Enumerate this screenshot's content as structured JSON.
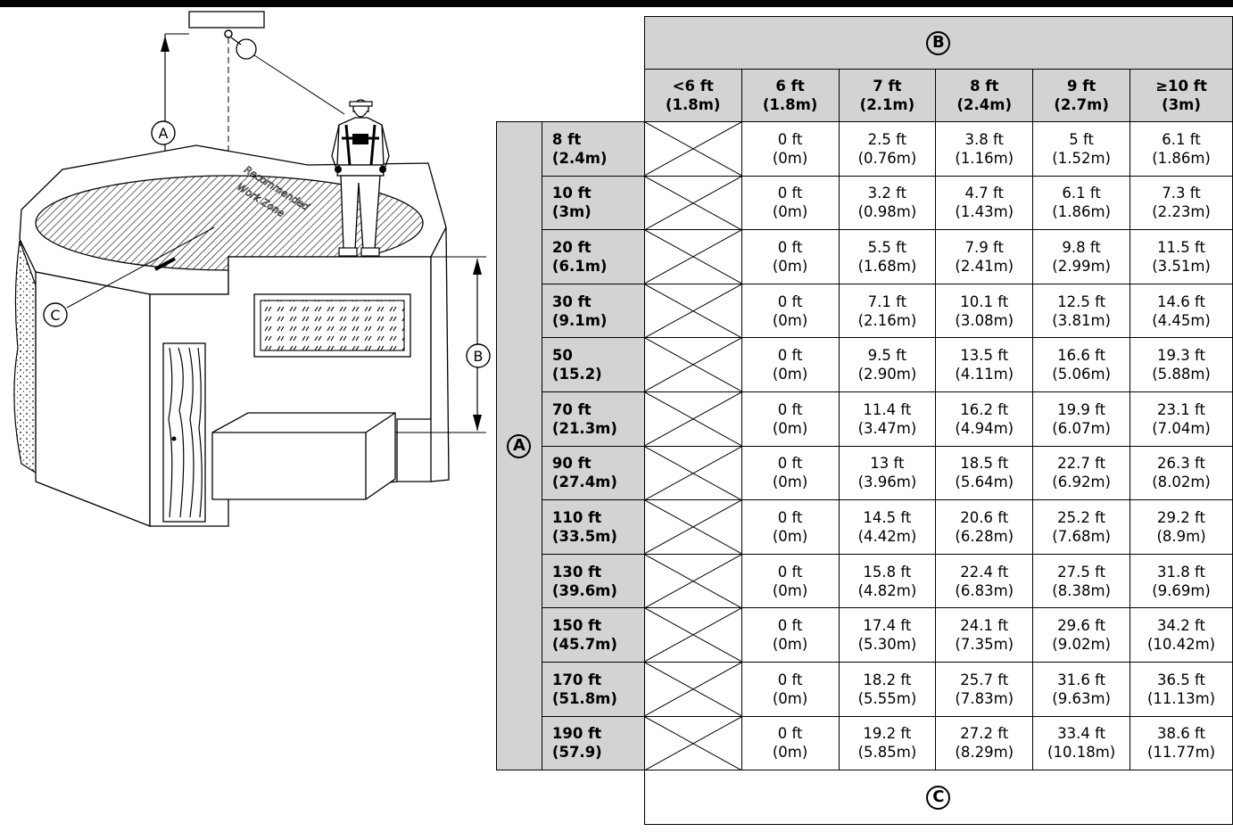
{
  "labels": {
    "a": "A",
    "b": "B",
    "c": "C"
  },
  "illustration": {
    "zone_line1": "Recommended",
    "zone_line2": "Work Zone"
  },
  "columns": [
    {
      "ft": "<6 ft",
      "m": "(1.8m)"
    },
    {
      "ft": "6 ft",
      "m": "(1.8m)"
    },
    {
      "ft": "7 ft",
      "m": "(2.1m)"
    },
    {
      "ft": "8 ft",
      "m": "(2.4m)"
    },
    {
      "ft": "9 ft",
      "m": "(2.7m)"
    },
    {
      "ft": "≥10 ft",
      "m": "(3m)"
    }
  ],
  "rows": [
    {
      "ft": "8 ft",
      "m": "(2.4m)",
      "values": [
        [
          "0 ft",
          "(0m)"
        ],
        [
          "2.5 ft",
          "(0.76m)"
        ],
        [
          "3.8 ft",
          "(1.16m)"
        ],
        [
          "5 ft",
          "(1.52m)"
        ],
        [
          "6.1 ft",
          "(1.86m)"
        ]
      ]
    },
    {
      "ft": "10 ft",
      "m": "(3m)",
      "values": [
        [
          "0 ft",
          "(0m)"
        ],
        [
          "3.2 ft",
          "(0.98m)"
        ],
        [
          "4.7 ft",
          "(1.43m)"
        ],
        [
          "6.1 ft",
          "(1.86m)"
        ],
        [
          "7.3 ft",
          "(2.23m)"
        ]
      ]
    },
    {
      "ft": "20 ft",
      "m": "(6.1m)",
      "values": [
        [
          "0 ft",
          "(0m)"
        ],
        [
          "5.5 ft",
          "(1.68m)"
        ],
        [
          "7.9 ft",
          "(2.41m)"
        ],
        [
          "9.8 ft",
          "(2.99m)"
        ],
        [
          "11.5 ft",
          "(3.51m)"
        ]
      ]
    },
    {
      "ft": "30 ft",
      "m": "(9.1m)",
      "values": [
        [
          "0 ft",
          "(0m)"
        ],
        [
          "7.1 ft",
          "(2.16m)"
        ],
        [
          "10.1 ft",
          "(3.08m)"
        ],
        [
          "12.5 ft",
          "(3.81m)"
        ],
        [
          "14.6 ft",
          "(4.45m)"
        ]
      ]
    },
    {
      "ft": "50",
      "m": "(15.2)",
      "values": [
        [
          "0 ft",
          "(0m)"
        ],
        [
          "9.5 ft",
          "(2.90m)"
        ],
        [
          "13.5 ft",
          "(4.11m)"
        ],
        [
          "16.6 ft",
          "(5.06m)"
        ],
        [
          "19.3 ft",
          "(5.88m)"
        ]
      ]
    },
    {
      "ft": "70 ft",
      "m": "(21.3m)",
      "values": [
        [
          "0 ft",
          "(0m)"
        ],
        [
          "11.4 ft",
          "(3.47m)"
        ],
        [
          "16.2 ft",
          "(4.94m)"
        ],
        [
          "19.9 ft",
          "(6.07m)"
        ],
        [
          "23.1 ft",
          "(7.04m)"
        ]
      ]
    },
    {
      "ft": "90 ft",
      "m": "(27.4m)",
      "values": [
        [
          "0 ft",
          "(0m)"
        ],
        [
          "13 ft",
          "(3.96m)"
        ],
        [
          "18.5 ft",
          "(5.64m)"
        ],
        [
          "22.7 ft",
          "(6.92m)"
        ],
        [
          "26.3 ft",
          "(8.02m)"
        ]
      ]
    },
    {
      "ft": "110 ft",
      "m": "(33.5m)",
      "values": [
        [
          "0 ft",
          "(0m)"
        ],
        [
          "14.5 ft",
          "(4.42m)"
        ],
        [
          "20.6 ft",
          "(6.28m)"
        ],
        [
          "25.2 ft",
          "(7.68m)"
        ],
        [
          "29.2 ft",
          "(8.9m)"
        ]
      ]
    },
    {
      "ft": "130 ft",
      "m": "(39.6m)",
      "values": [
        [
          "0 ft",
          "(0m)"
        ],
        [
          "15.8 ft",
          "(4.82m)"
        ],
        [
          "22.4 ft",
          "(6.83m)"
        ],
        [
          "27.5 ft",
          "(8.38m)"
        ],
        [
          "31.8 ft",
          "(9.69m)"
        ]
      ]
    },
    {
      "ft": "150 ft",
      "m": "(45.7m)",
      "values": [
        [
          "0 ft",
          "(0m)"
        ],
        [
          "17.4 ft",
          "(5.30m)"
        ],
        [
          "24.1 ft",
          "(7.35m)"
        ],
        [
          "29.6 ft",
          "(9.02m)"
        ],
        [
          "34.2 ft",
          "(10.42m)"
        ]
      ]
    },
    {
      "ft": "170 ft",
      "m": "(51.8m)",
      "values": [
        [
          "0 ft",
          "(0m)"
        ],
        [
          "18.2 ft",
          "(5.55m)"
        ],
        [
          "25.7 ft",
          "(7.83m)"
        ],
        [
          "31.6 ft",
          "(9.63m)"
        ],
        [
          "36.5 ft",
          "(11.13m)"
        ]
      ]
    },
    {
      "ft": "190 ft",
      "m": "(57.9)",
      "values": [
        [
          "0 ft",
          "(0m)"
        ],
        [
          "19.2 ft",
          "(5.85m)"
        ],
        [
          "27.2 ft",
          "(8.29m)"
        ],
        [
          "33.4 ft",
          "(10.18m)"
        ],
        [
          "38.6 ft",
          "(11.77m)"
        ]
      ]
    }
  ]
}
